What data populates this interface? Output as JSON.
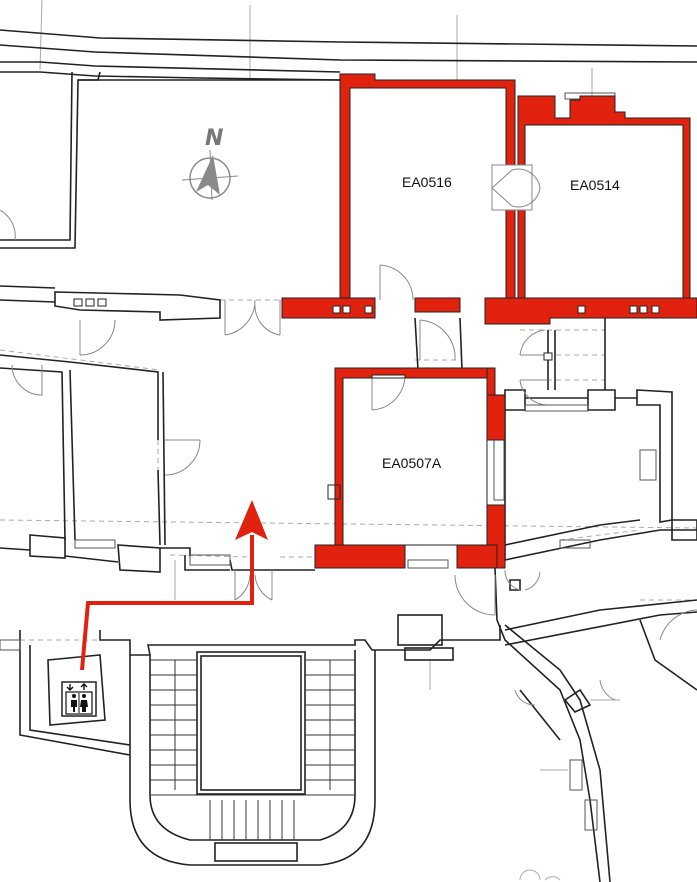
{
  "map": {
    "rooms": [
      {
        "id": "EA0516",
        "label": "EA0516"
      },
      {
        "id": "EA0514",
        "label": "EA0514"
      },
      {
        "id": "EA0507A",
        "label": "EA0507A"
      }
    ],
    "compass": {
      "label": "N"
    },
    "elevator": {
      "icon": "elevator-icon"
    },
    "route": {
      "icon": "route-arrow"
    },
    "colors": {
      "highlight": "#e0220f",
      "wall": "#222222",
      "grid": "#aaaaaa",
      "compass": "#8a8a8a",
      "route": "#e0220f"
    }
  }
}
